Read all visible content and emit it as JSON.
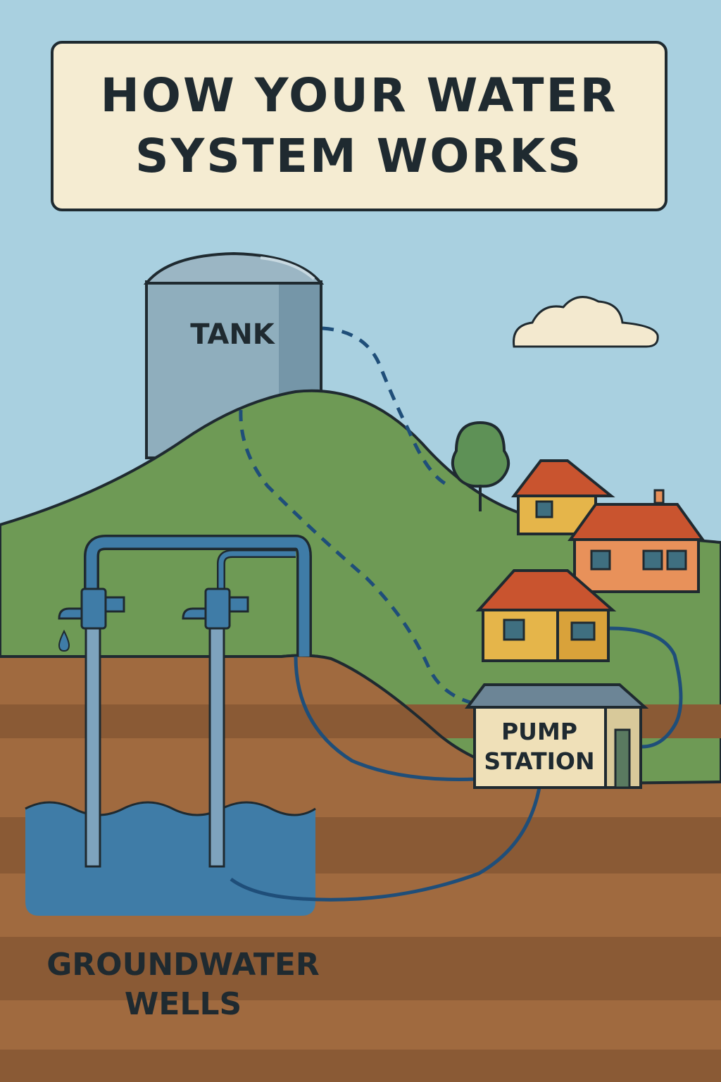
{
  "title": {
    "line1": "HOW YOUR WATER",
    "line2": "SYSTEM WORKS"
  },
  "labels": {
    "tank": "TANK",
    "pump_station_line1": "PUMP",
    "pump_station_line2": "STATION",
    "groundwater_line1": "GROUNDWATER",
    "groundwater_line2": "WELLS"
  },
  "colors": {
    "sky": "#a9d0e0",
    "hill": "#6e9a55",
    "soil": "#a06a3f",
    "soil_dark": "#8a5a35",
    "water": "#3f7ca7",
    "pipe": "#2c6e98",
    "outline": "#1f2a30",
    "title_bg": "#f5ecd2"
  },
  "icons": [
    "water-tank-icon",
    "well-pump-icon",
    "house-icon",
    "tree-icon",
    "cloud-icon",
    "water-drop-icon"
  ]
}
